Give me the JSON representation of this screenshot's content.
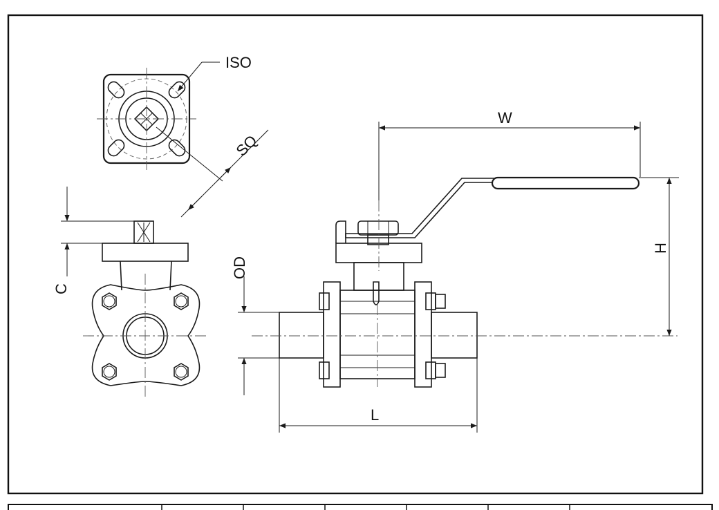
{
  "labels": {
    "iso": "ISO",
    "sq": "SQ",
    "w": "W",
    "h": "H",
    "od": "OD",
    "c": "C",
    "l": "L"
  },
  "table": {
    "columns": [
      "",
      "",
      "",
      "",
      "",
      "",
      ""
    ]
  }
}
